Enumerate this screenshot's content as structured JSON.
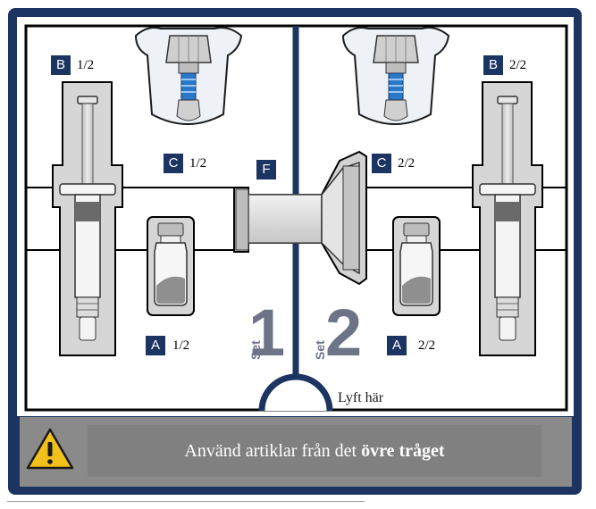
{
  "labels": {
    "b_left": {
      "letter": "B",
      "fraction": "1/2"
    },
    "c_left": {
      "letter": "C",
      "fraction": "1/2"
    },
    "f": {
      "letter": "F"
    },
    "a_left": {
      "letter": "A",
      "fraction": "1/2"
    },
    "c_right": {
      "letter": "C",
      "fraction": "2/2"
    },
    "b_right": {
      "letter": "B",
      "fraction": "2/2"
    },
    "a_right": {
      "letter": "A",
      "fraction": "2/2"
    }
  },
  "sets": [
    {
      "word": "Set",
      "number": "1"
    },
    {
      "word": "Set",
      "number": "2"
    }
  ],
  "lift_text": "Lyft här",
  "banner": {
    "text_regular": "Använd artiklar från det",
    "text_bold": "övre tråget",
    "icon": "warning-triangle-icon"
  },
  "colors": {
    "navy": "#1b3461",
    "set_gray": "#6d7488",
    "banner_gray": "#8a8a8a",
    "warning_yellow": "#f2c01a",
    "liquid_blue": "#2a78c8"
  }
}
